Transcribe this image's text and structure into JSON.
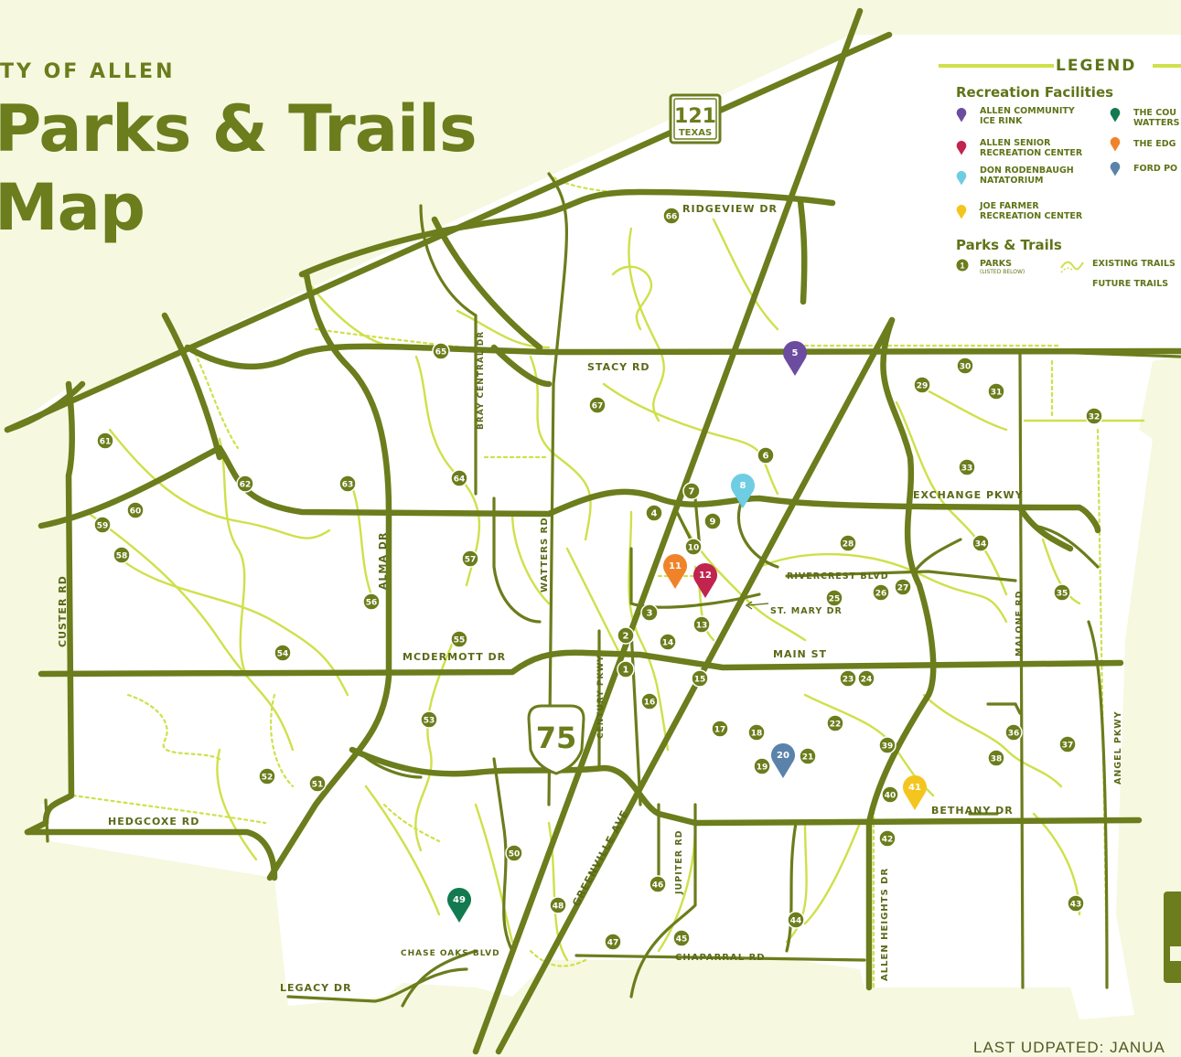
{
  "header": {
    "org": "TY OF ALLEN",
    "title_line1": "Parks & Trails",
    "title_line2": "Map"
  },
  "highway_121": {
    "number": "121",
    "state": "TEXAS"
  },
  "highway_75": {
    "number": "75"
  },
  "legend": {
    "title": "LEGEND",
    "recreation_heading": "Recreation Facilities",
    "facilities": [
      {
        "label1": "ALLEN COMMUNITY",
        "label2": "ICE RINK",
        "color": "#6b4c9f"
      },
      {
        "label1": "ALLEN SENIOR",
        "label2": "RECREATION CENTER",
        "color": "#c0244f"
      },
      {
        "label1": "DON RODENBAUGH",
        "label2": "NATATORIUM",
        "color": "#6fcde3"
      },
      {
        "label1": "JOE FARMER",
        "label2": "RECREATION CENTER",
        "color": "#f4c51f"
      },
      {
        "label1": "THE COU",
        "label2": "WATTERS",
        "color": "#137a4f"
      },
      {
        "label1": "THE EDG",
        "label2": "",
        "color": "#f0832a"
      },
      {
        "label1": "FORD PO",
        "label2": "",
        "color": "#5b82aa"
      }
    ],
    "parks_heading": "Parks & Trails",
    "parks_label": "PARKS",
    "parks_sub": "(LISTED BELOW)",
    "existing_trails": "EXISTING TRAILS",
    "future_trails": "FUTURE TRAILS"
  },
  "roads": [
    {
      "name": "RIDGEVIEW DR"
    },
    {
      "name": "STACY RD"
    },
    {
      "name": "BRAY CENTRAL DR"
    },
    {
      "name": "EXCHANGE PKWY"
    },
    {
      "name": "RIVERCREST BLVD"
    },
    {
      "name": "ST. MARY DR"
    },
    {
      "name": "MCDERMOTT DR"
    },
    {
      "name": "MAIN ST"
    },
    {
      "name": "CUSTER RD"
    },
    {
      "name": "ALMA DR"
    },
    {
      "name": "WATTERS RD"
    },
    {
      "name": "CENTURY PKWY"
    },
    {
      "name": "MALONE RD"
    },
    {
      "name": "ANGEL PKWY"
    },
    {
      "name": "HEDGCOXE RD"
    },
    {
      "name": "BETHANY DR"
    },
    {
      "name": "GREENVILLE AVE"
    },
    {
      "name": "JUPITER RD"
    },
    {
      "name": "ALLEN HEIGHTS DR"
    },
    {
      "name": "CHASE OAKS BLVD"
    },
    {
      "name": "CHAPARRAL RD"
    },
    {
      "name": "LEGACY DR"
    }
  ],
  "parks": [
    "1",
    "2",
    "3",
    "4",
    "6",
    "7",
    "9",
    "10",
    "13",
    "14",
    "15",
    "16",
    "17",
    "18",
    "19",
    "21",
    "22",
    "23",
    "24",
    "25",
    "26",
    "27",
    "28",
    "29",
    "30",
    "31",
    "32",
    "33",
    "34",
    "35",
    "36",
    "37",
    "38",
    "39",
    "40",
    "42",
    "43",
    "44",
    "45",
    "46",
    "47",
    "48",
    "50",
    "51",
    "52",
    "53",
    "54",
    "55",
    "56",
    "57",
    "58",
    "59",
    "60",
    "61",
    "62",
    "63",
    "64",
    "65",
    "66",
    "67"
  ],
  "facility_pins": [
    {
      "number": "5",
      "color": "#6b4c9f"
    },
    {
      "number": "8",
      "color": "#6fcde3"
    },
    {
      "number": "11",
      "color": "#f0832a"
    },
    {
      "number": "12",
      "color": "#c0244f"
    },
    {
      "number": "20",
      "color": "#5b82aa"
    },
    {
      "number": "41",
      "color": "#f4c51f"
    },
    {
      "number": "49",
      "color": "#137a4f"
    }
  ],
  "footer": {
    "updated": "LAST UDPATED: JANUA"
  }
}
